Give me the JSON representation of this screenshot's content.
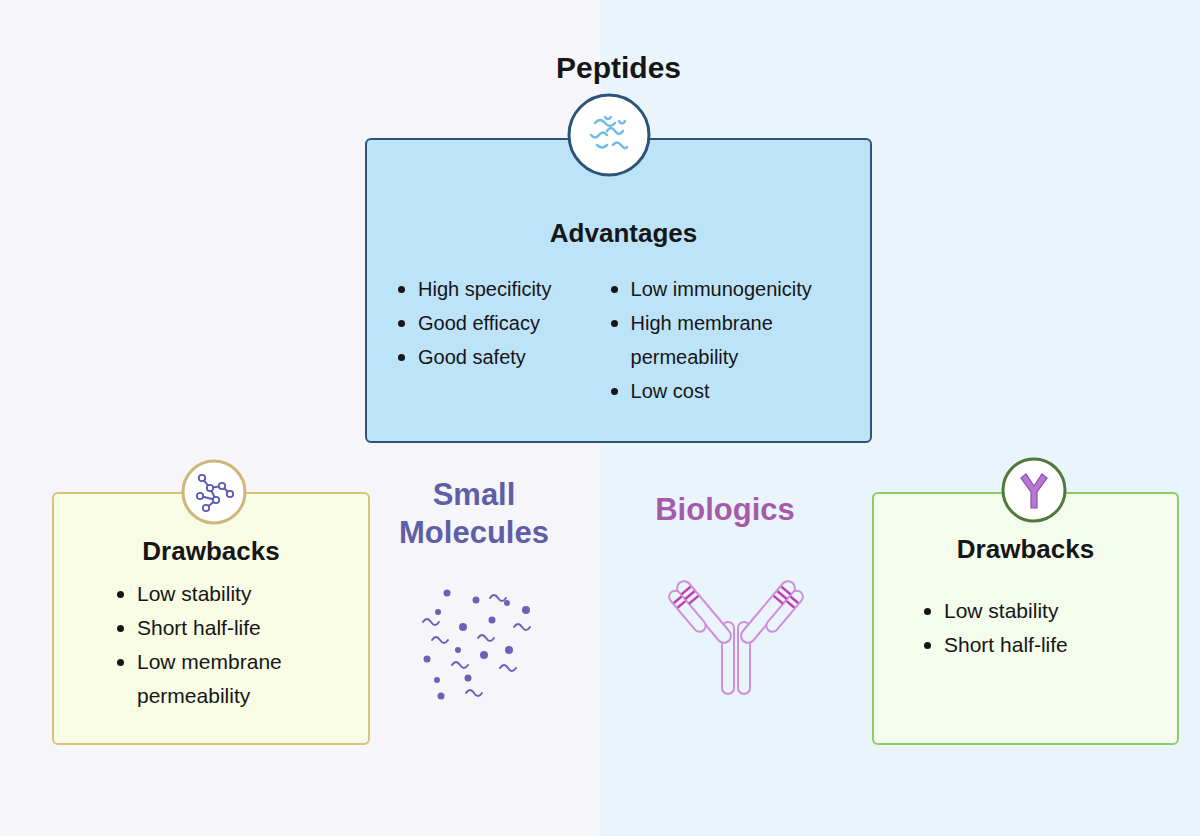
{
  "diagram": {
    "nodes": [
      {
        "text": [
          "Peptides",
          "Advantages",
          "High specificity",
          "Good efficacy",
          "Good safety",
          "Low immunogenicity",
          "High membrane permeability",
          "Low cost"
        ]
      },
      {
        "text": [
          "Drawbacks",
          "Low stability",
          "Short half-life",
          "Low membrane permeability"
        ]
      },
      {
        "text": [
          "Drawbacks",
          "Low stability",
          "Short half-life"
        ]
      }
    ],
    "labels": [
      "Small Molecules",
      "Biologics"
    ]
  }
}
